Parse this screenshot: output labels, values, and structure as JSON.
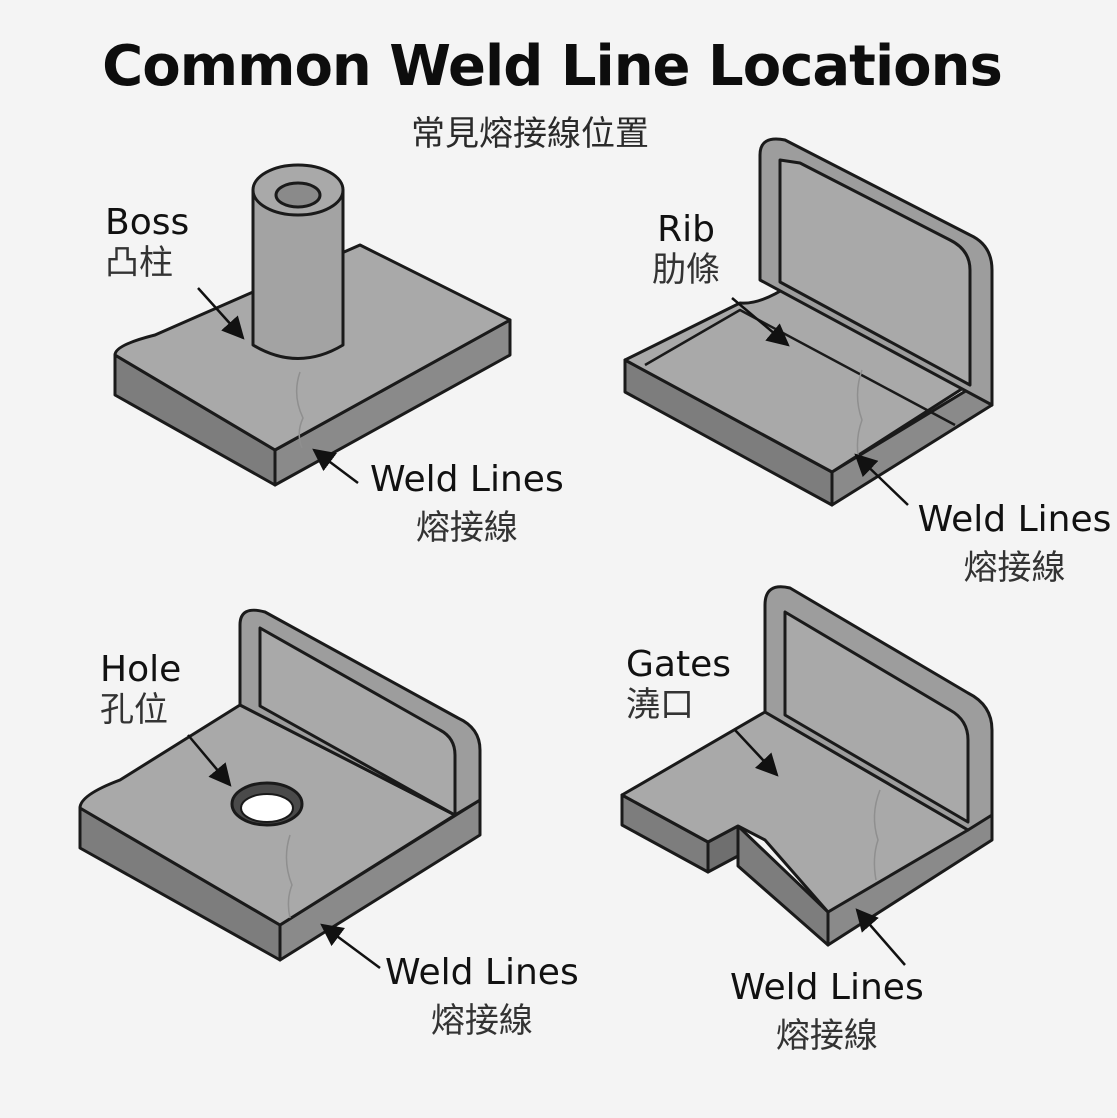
{
  "title": "Common Weld Line Locations",
  "subtitle": "常見熔接線位置",
  "panels": {
    "boss": {
      "feature_en": "Boss",
      "feature_zh": "凸柱",
      "weld_en": "Weld Lines",
      "weld_zh": "熔接線"
    },
    "rib": {
      "feature_en": "Rib",
      "feature_zh": "肋條",
      "weld_en": "Weld Lines",
      "weld_zh": "熔接線"
    },
    "hole": {
      "feature_en": "Hole",
      "feature_zh": "孔位",
      "weld_en": "Weld Lines",
      "weld_zh": "熔接線"
    },
    "gates": {
      "feature_en": "Gates",
      "feature_zh": "澆口",
      "weld_en": "Weld Lines",
      "weld_zh": "熔接線"
    }
  },
  "colors": {
    "top": "#a9a9a9",
    "side": "#8a8a8a",
    "front": "#7d7d7d",
    "outline": "#1a1a1a",
    "hole": "#ffffff"
  }
}
